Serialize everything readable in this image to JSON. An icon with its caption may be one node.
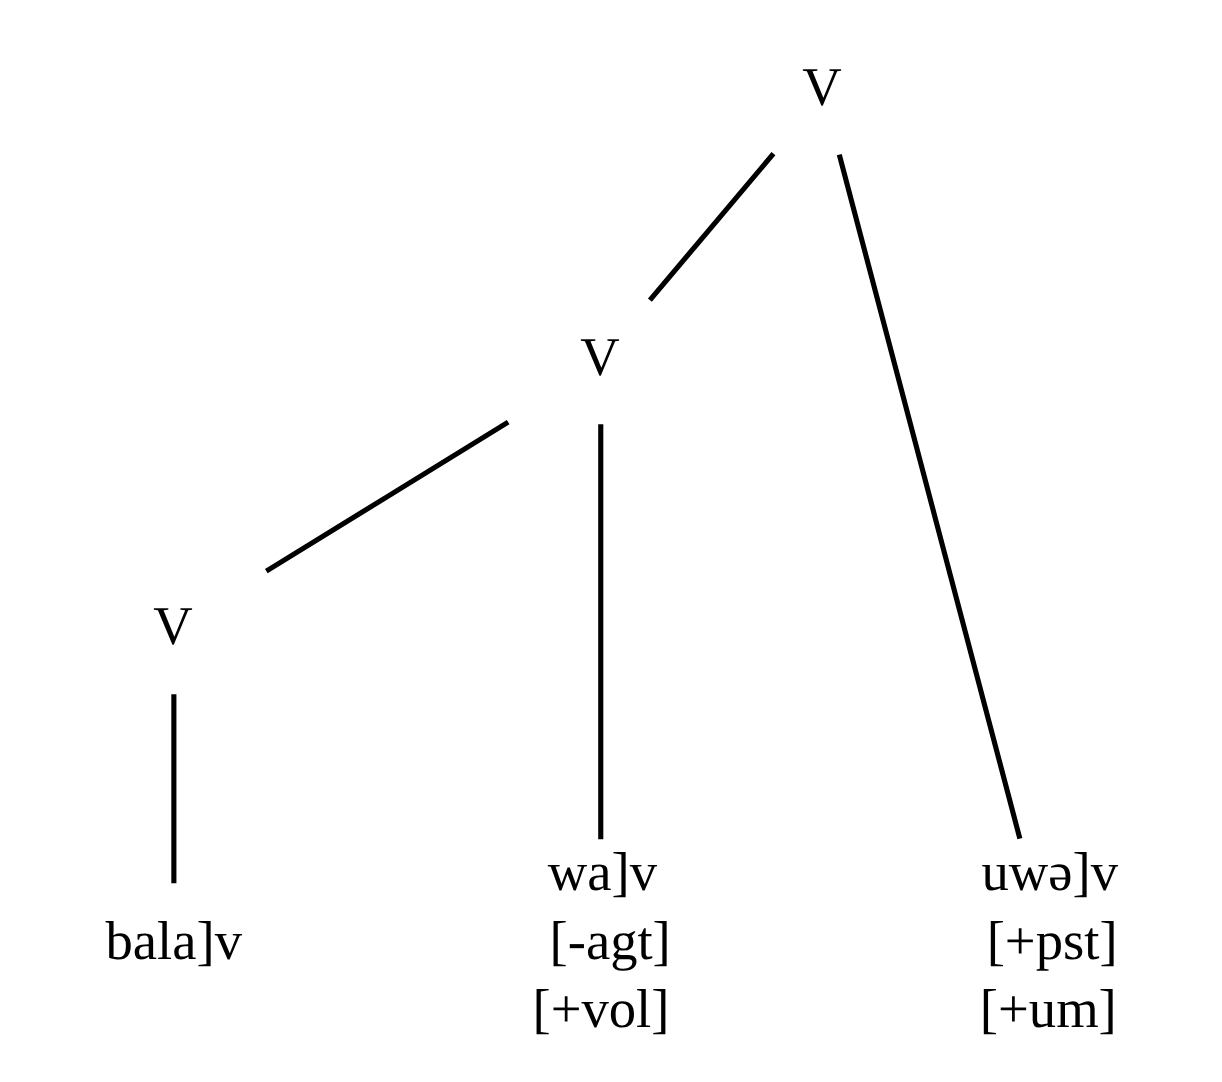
{
  "diagram": {
    "nodes": [
      {
        "text": [
          "V"
        ]
      },
      {
        "text": [
          "V"
        ]
      },
      {
        "text": [
          "V"
        ]
      },
      {
        "text": [
          "bala]v"
        ]
      },
      {
        "text": [
          "wa]v"
        ],
        "beside": [
          "[-agt]",
          "[+vol]"
        ]
      },
      {
        "text": [
          "uwə]v"
        ],
        "beside": [
          "[+pst]",
          "[+um]"
        ]
      }
    ],
    "edges": [
      {
        "from": 0,
        "to": 1,
        "arrow": "none"
      },
      {
        "from": 0,
        "to": 5,
        "arrow": "none"
      },
      {
        "from": 1,
        "to": 2,
        "arrow": "none"
      },
      {
        "from": 1,
        "to": 4,
        "arrow": "none"
      },
      {
        "from": 2,
        "to": 3,
        "arrow": "none"
      }
    ]
  }
}
